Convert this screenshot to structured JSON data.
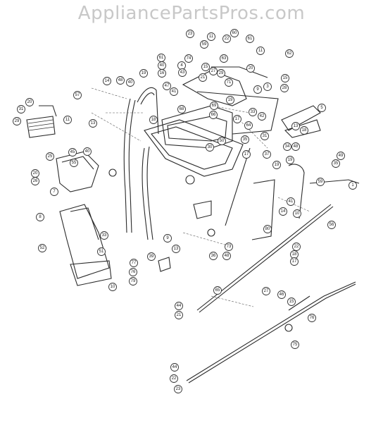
{
  "watermark": "AppliancePartsPros.com",
  "callouts": [
    "23",
    "11",
    "59",
    "22",
    "61",
    "60",
    "11",
    "62",
    "74",
    "61",
    "4",
    "15",
    "63",
    "40",
    "16",
    "43",
    "29",
    "21",
    "27",
    "20",
    "41",
    "47",
    "71",
    "19",
    "9",
    "3",
    "14",
    "48",
    "19",
    "40",
    "68",
    "69",
    "66",
    "18",
    "17",
    "31",
    "20",
    "29",
    "57",
    "11",
    "5",
    "13",
    "64",
    "28",
    "15",
    "33",
    "42",
    "31",
    "35",
    "50",
    "30",
    "17",
    "34",
    "19",
    "18",
    "13",
    "48",
    "49",
    "35",
    "59",
    "1",
    "10",
    "25",
    "45",
    "7",
    "55",
    "20",
    "26",
    "40",
    "37",
    "41",
    "8",
    "39",
    "19",
    "14",
    "33",
    "51",
    "56",
    "52",
    "22",
    "18",
    "17",
    "73",
    "48",
    "36",
    "77",
    "76",
    "79",
    "10",
    "80",
    "13",
    "9",
    "65",
    "44",
    "21",
    "27",
    "46",
    "15",
    "76",
    "75",
    "44",
    "22",
    "23"
  ]
}
